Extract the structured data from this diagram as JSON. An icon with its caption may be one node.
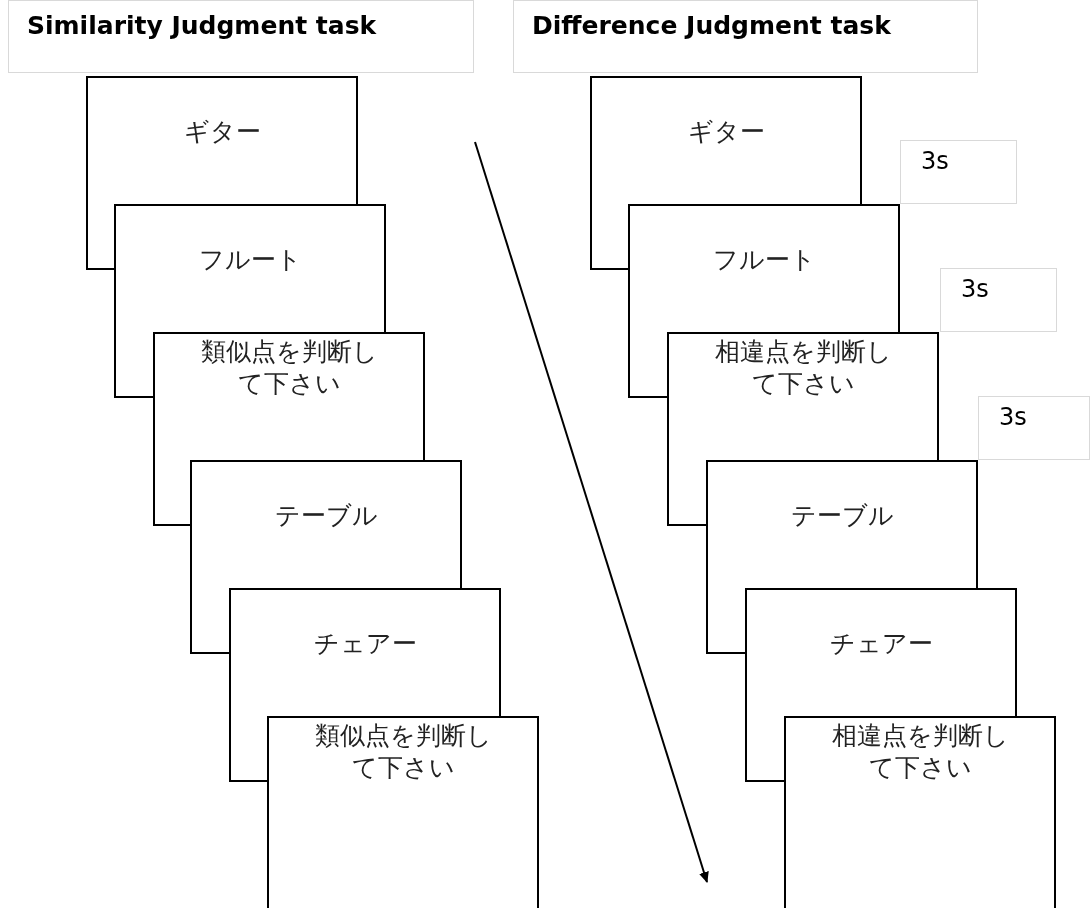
{
  "diagram": {
    "nodes": [
      {
        "text": [
          "Similarity Judgment task"
        ]
      },
      {
        "text": [
          "Difference Judgment task"
        ]
      },
      {
        "text": [
          "ギター"
        ]
      },
      {
        "text": [
          "フルート"
        ]
      },
      {
        "text": [
          "類似点を判断して下さい"
        ]
      },
      {
        "text": [
          "テーブル"
        ]
      },
      {
        "text": [
          "チェアー"
        ]
      },
      {
        "text": [
          "類似点を判断して下さい"
        ]
      },
      {
        "text": [
          "ギター"
        ]
      },
      {
        "text": [
          "フルート"
        ]
      },
      {
        "text": [
          "相違点を判断して下さい"
        ]
      },
      {
        "text": [
          "テーブル"
        ]
      },
      {
        "text": [
          "チェアー"
        ]
      },
      {
        "text": [
          "相違点を判断して下さい"
        ]
      },
      {
        "text": [
          "3s"
        ]
      },
      {
        "text": [
          "3s"
        ]
      },
      {
        "text": [
          "3s"
        ]
      }
    ],
    "edges": []
  }
}
